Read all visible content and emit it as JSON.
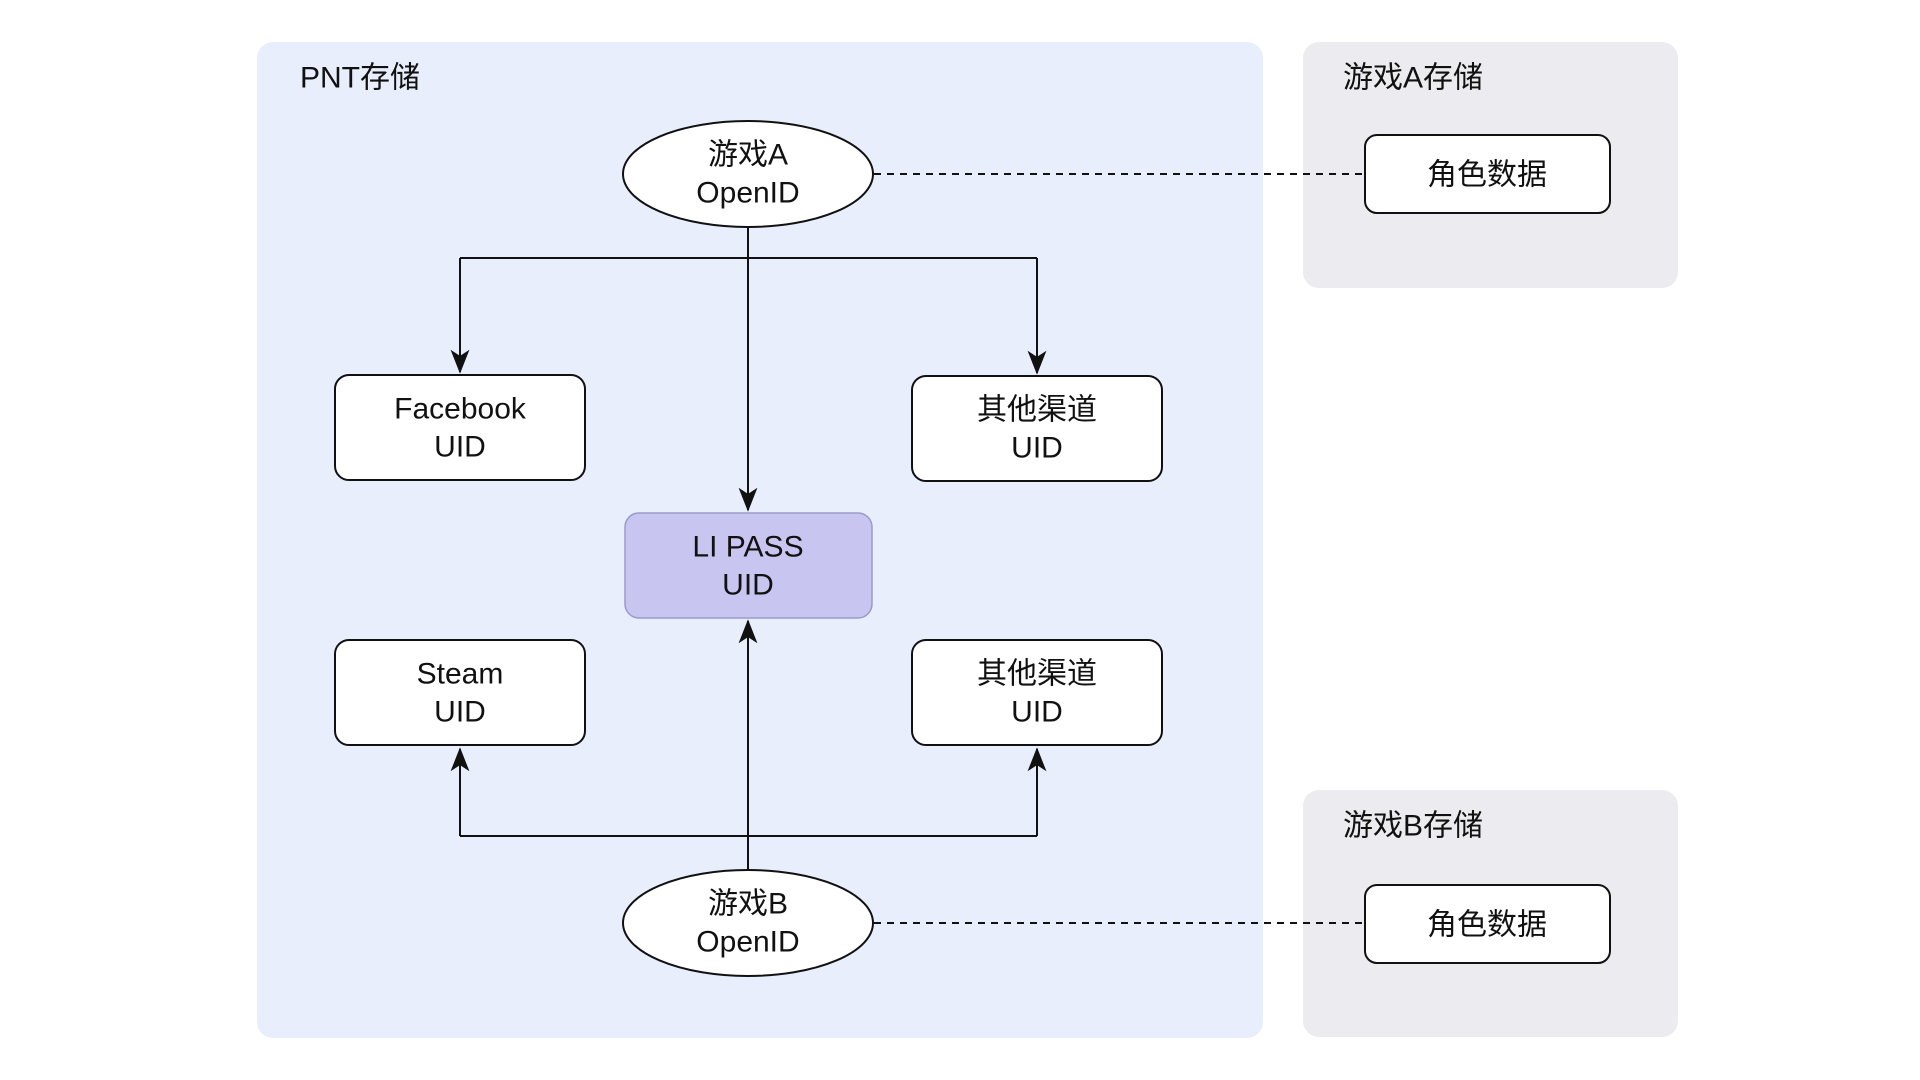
{
  "diagram": {
    "containers": {
      "pnt": {
        "label": "PNT存储",
        "bg": "#e8eefc"
      },
      "game_a": {
        "label": "游戏A存储",
        "bg": "#ebebf0"
      },
      "game_b": {
        "label": "游戏B存储",
        "bg": "#ebebf0"
      }
    },
    "nodes": {
      "game_a_openid": {
        "line1": "游戏A",
        "line2": "OpenID"
      },
      "facebook_uid": {
        "line1": "Facebook",
        "line2": "UID"
      },
      "other_channel_uid_top": {
        "line1": "其他渠道",
        "line2": "UID"
      },
      "li_pass_uid": {
        "line1": "LI PASS",
        "line2": "UID",
        "fill": "#c8c6f1",
        "stroke": "#9b99cc"
      },
      "steam_uid": {
        "line1": "Steam",
        "line2": "UID"
      },
      "other_channel_uid_bottom": {
        "line1": "其他渠道",
        "line2": "UID"
      },
      "game_b_openid": {
        "line1": "游戏B",
        "line2": "OpenID"
      },
      "role_data_a": {
        "label": "角色数据"
      },
      "role_data_b": {
        "label": "角色数据"
      }
    },
    "edges": [
      {
        "from": "game_a_openid",
        "to": "facebook_uid",
        "style": "solid-arrow"
      },
      {
        "from": "game_a_openid",
        "to": "other_channel_uid_top",
        "style": "solid-arrow"
      },
      {
        "from": "game_a_openid",
        "to": "li_pass_uid",
        "style": "solid-arrow"
      },
      {
        "from": "game_b_openid",
        "to": "steam_uid",
        "style": "solid-arrow"
      },
      {
        "from": "game_b_openid",
        "to": "other_channel_uid_bottom",
        "style": "solid-arrow"
      },
      {
        "from": "game_b_openid",
        "to": "li_pass_uid",
        "style": "solid-arrow"
      },
      {
        "from": "game_a_openid",
        "to": "role_data_a",
        "style": "dashed"
      },
      {
        "from": "game_b_openid",
        "to": "role_data_b",
        "style": "dashed"
      }
    ],
    "colors": {
      "canvas": "#ffffff",
      "node_fill": "#ffffff",
      "node_stroke": "#111111",
      "line": "#111111",
      "text": "#111111"
    }
  }
}
